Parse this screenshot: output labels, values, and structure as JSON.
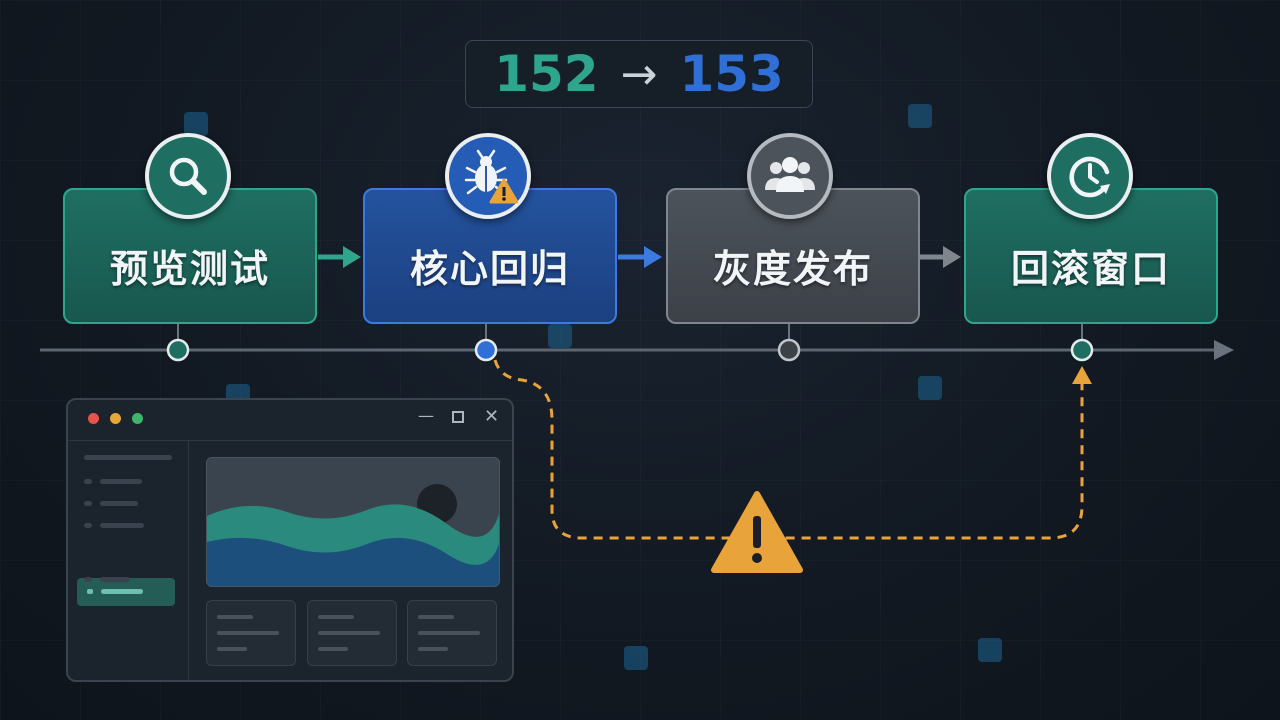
{
  "version": {
    "from": "152",
    "arrow": "→",
    "to": "153"
  },
  "stages": [
    {
      "label": "预览测试",
      "icon": "search-icon",
      "color": "#2fa58e"
    },
    {
      "label": "核心回归",
      "icon": "bug-warning-icon",
      "color": "#3c7ae0"
    },
    {
      "label": "灰度发布",
      "icon": "users-icon",
      "color": "#80868e"
    },
    {
      "label": "回滚窗口",
      "icon": "clock-rotate-icon",
      "color": "#2fa58e"
    }
  ],
  "timeline": {
    "color": "#5c6570"
  },
  "rollback_path": {
    "color": "#e8a33a",
    "icon": "warning-icon"
  },
  "window": {
    "dots": [
      "#e5534b",
      "#e3a83a",
      "#3fb56b"
    ],
    "controls": [
      "minimize-icon",
      "maximize-icon",
      "close-icon"
    ]
  }
}
